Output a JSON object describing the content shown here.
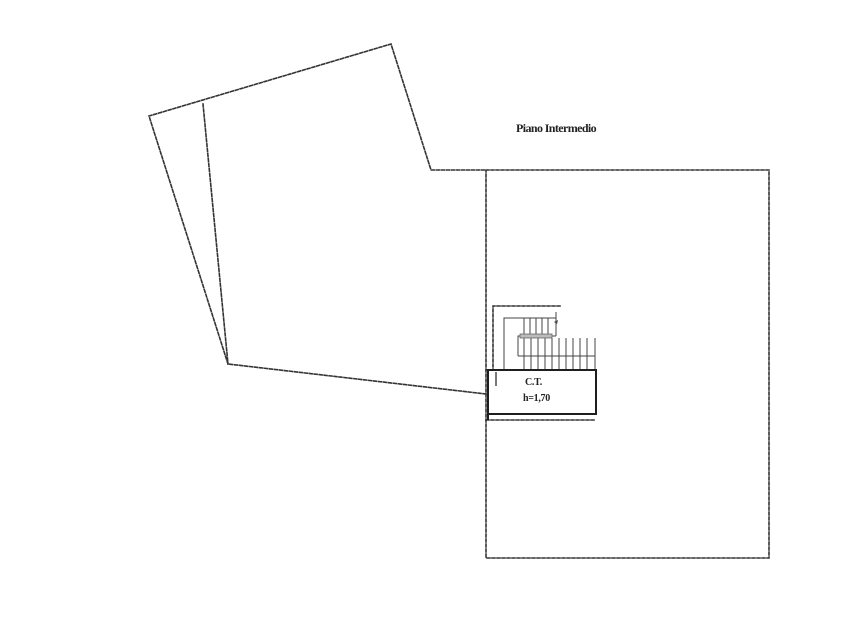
{
  "plan": {
    "title": "Piano Intermedio",
    "rooms": [
      {
        "name": "C.T.",
        "height_label": "h=1,70"
      }
    ]
  },
  "colors": {
    "line": "#333333",
    "background": "#ffffff"
  }
}
